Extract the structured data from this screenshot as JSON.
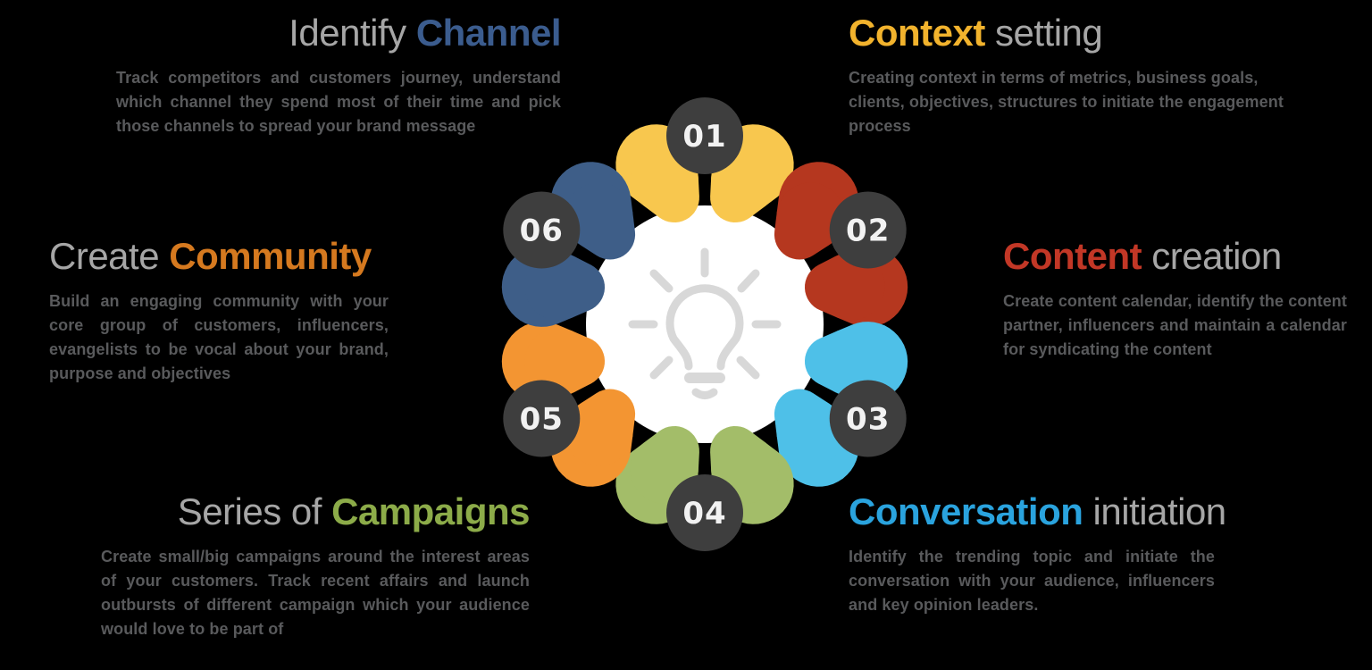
{
  "colors": {
    "background": "#000000",
    "heading_gray": "#A6A6A6",
    "body_text": "#595A5C",
    "hub": "#FFFFFF",
    "bulb": "#D8D8D8",
    "badge": "#3E3E3E",
    "badge_text": "#F2F2F2"
  },
  "diagram": {
    "center_icon": "lightbulb-icon",
    "steps": [
      {
        "num": "01",
        "angle": -90,
        "color": "#F8C74E"
      },
      {
        "num": "02",
        "angle": -30,
        "color": "#B5371F"
      },
      {
        "num": "03",
        "angle": 30,
        "color": "#4EC0E8"
      },
      {
        "num": "04",
        "angle": 90,
        "color": "#A3BD69"
      },
      {
        "num": "05",
        "angle": 150,
        "color": "#F39532"
      },
      {
        "num": "06",
        "angle": 210,
        "color": "#3E5E88"
      }
    ]
  },
  "sections": [
    {
      "id": "identify-channel",
      "position": "top-left",
      "accent_color": "#3B5C8E",
      "title_parts": [
        {
          "text": "Identify ",
          "accent": false
        },
        {
          "text": "Channel",
          "accent": true
        }
      ],
      "body": "Track competitors and customers journey, understand which channel they spend most of their time and pick those channels to spread your brand message"
    },
    {
      "id": "context-setting",
      "position": "top-right",
      "accent_color": "#F2B32D",
      "title_parts": [
        {
          "text": "Context",
          "accent": true
        },
        {
          "text": " setting",
          "accent": false
        }
      ],
      "body": "Creating context in terms of metrics, business goals, clients, objectives, structures to initiate the engagement process"
    },
    {
      "id": "create-community",
      "position": "mid-left",
      "accent_color": "#D5791F",
      "title_parts": [
        {
          "text": "Create ",
          "accent": false
        },
        {
          "text": "Community",
          "accent": true
        }
      ],
      "body": "Build an engaging community with your core group of customers, influencers, evangelists to be vocal about your brand, purpose and objectives"
    },
    {
      "id": "content-creation",
      "position": "mid-right",
      "accent_color": "#C23726",
      "title_parts": [
        {
          "text": "Content",
          "accent": true
        },
        {
          "text": " creation",
          "accent": false
        }
      ],
      "body": "Create content calendar, identify the content partner, influencers and maintain a calendar for syndicating the content"
    },
    {
      "id": "series-of-campaigns",
      "position": "bottom-left",
      "accent_color": "#8CAB49",
      "title_parts": [
        {
          "text": "Series of ",
          "accent": false
        },
        {
          "text": "Campaigns",
          "accent": true
        }
      ],
      "body": "Create small/big campaigns around the interest areas of your customers. Track recent affairs and launch outbursts of different campaign which your audience would love to be part of"
    },
    {
      "id": "conversation-initiation",
      "position": "bottom-right",
      "accent_color": "#2AA3DE",
      "title_parts": [
        {
          "text": "Conversation",
          "accent": true
        },
        {
          "text": " initiation",
          "accent": false
        }
      ],
      "body": "Identify the trending topic and initiate the conversation with your audience, influencers and key opinion leaders."
    }
  ]
}
